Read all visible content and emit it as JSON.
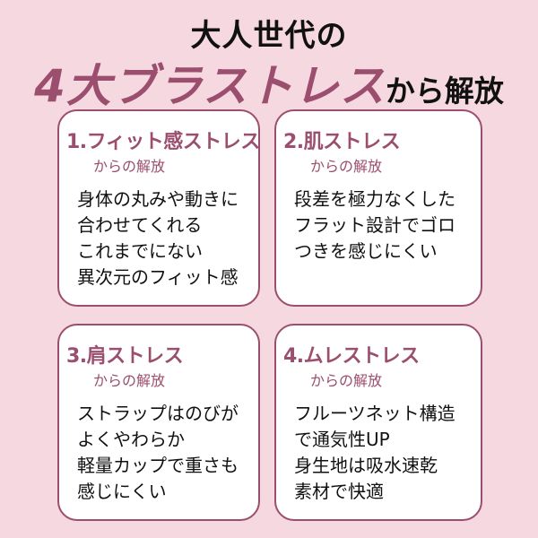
{
  "title": {
    "line1": "大人世代の",
    "line2_emphasis": "4大ブラストレス",
    "line2_suffix": "から解放"
  },
  "colors": {
    "background": "#f5d8e0",
    "accent": "#9b4e6d"
  },
  "cards": [
    {
      "heading": "1.フィット感ストレス",
      "subheading": "からの解放",
      "lines": [
        "身体の丸みや動きに",
        "合わせてくれる",
        "これまでにない",
        "異次元のフィット感"
      ]
    },
    {
      "heading": "2.肌ストレス",
      "subheading": "からの解放",
      "lines": [
        "段差を極力なくした",
        "フラット設計でゴロ",
        "つきを感じにくい"
      ]
    },
    {
      "heading": "3.肩ストレス",
      "subheading": "からの解放",
      "lines": [
        "ストラップはのびが",
        "よくやわらか",
        "軽量カップで重さも",
        "感じにくい"
      ]
    },
    {
      "heading": "4.ムレストレス",
      "subheading": "からの解放",
      "lines": [
        "フルーツネット構造",
        "で通気性UP",
        "身生地は吸水速乾",
        "素材で快適"
      ]
    }
  ]
}
